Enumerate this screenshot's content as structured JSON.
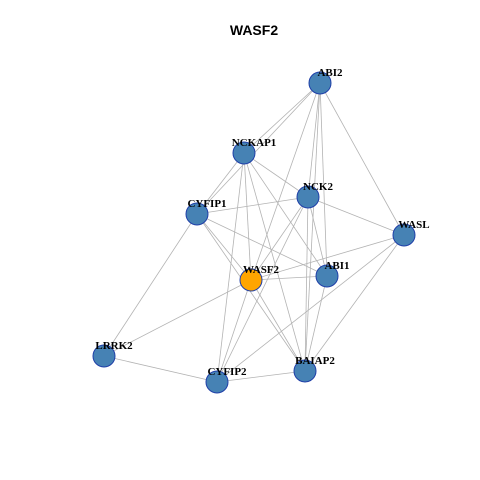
{
  "title": "WASF2",
  "colors": {
    "node_default": "#4682b4",
    "node_focus": "#ffa500",
    "node_border": "#1f3fa8",
    "edge": "#b3b3b3"
  },
  "nodes": [
    {
      "id": "ABI2",
      "label": "ABI2",
      "focus": false
    },
    {
      "id": "NCKAP1",
      "label": "NCKAP1",
      "focus": false
    },
    {
      "id": "NCK2",
      "label": "NCK2",
      "focus": false
    },
    {
      "id": "CYFIP1",
      "label": "CYFIP1",
      "focus": false
    },
    {
      "id": "WASL",
      "label": "WASL",
      "focus": false
    },
    {
      "id": "ABI1",
      "label": "ABI1",
      "focus": false
    },
    {
      "id": "WASF2",
      "label": "WASF2",
      "focus": true
    },
    {
      "id": "LRRK2",
      "label": "LRRK2",
      "focus": false
    },
    {
      "id": "BAIAP2",
      "label": "BAIAP2",
      "focus": false
    },
    {
      "id": "CYFIP2",
      "label": "CYFIP2",
      "focus": false
    }
  ],
  "edges": [
    [
      "ABI2",
      "NCKAP1"
    ],
    [
      "ABI2",
      "CYFIP1"
    ],
    [
      "ABI2",
      "NCK2"
    ],
    [
      "ABI2",
      "WASL"
    ],
    [
      "ABI2",
      "ABI1"
    ],
    [
      "ABI2",
      "WASF2"
    ],
    [
      "ABI2",
      "BAIAP2"
    ],
    [
      "NCKAP1",
      "NCK2"
    ],
    [
      "NCKAP1",
      "ABI1"
    ],
    [
      "NCKAP1",
      "WASF2"
    ],
    [
      "NCKAP1",
      "CYFIP2"
    ],
    [
      "NCKAP1",
      "BAIAP2"
    ],
    [
      "NCKAP1",
      "CYFIP1"
    ],
    [
      "CYFIP1",
      "NCK2"
    ],
    [
      "CYFIP1",
      "ABI1"
    ],
    [
      "CYFIP1",
      "LRRK2"
    ],
    [
      "CYFIP1",
      "BAIAP2"
    ],
    [
      "CYFIP1",
      "WASF2"
    ],
    [
      "NCK2",
      "WASL"
    ],
    [
      "NCK2",
      "WASF2"
    ],
    [
      "NCK2",
      "BAIAP2"
    ],
    [
      "NCK2",
      "CYFIP2"
    ],
    [
      "NCK2",
      "ABI1"
    ],
    [
      "WASL",
      "WASF2"
    ],
    [
      "WASL",
      "BAIAP2"
    ],
    [
      "WASL",
      "CYFIP2"
    ],
    [
      "WASF2",
      "ABI1"
    ],
    [
      "WASF2",
      "LRRK2"
    ],
    [
      "WASF2",
      "CYFIP2"
    ],
    [
      "WASF2",
      "BAIAP2"
    ],
    [
      "ABI1",
      "BAIAP2"
    ],
    [
      "LRRK2",
      "CYFIP2"
    ],
    [
      "CYFIP2",
      "BAIAP2"
    ]
  ]
}
